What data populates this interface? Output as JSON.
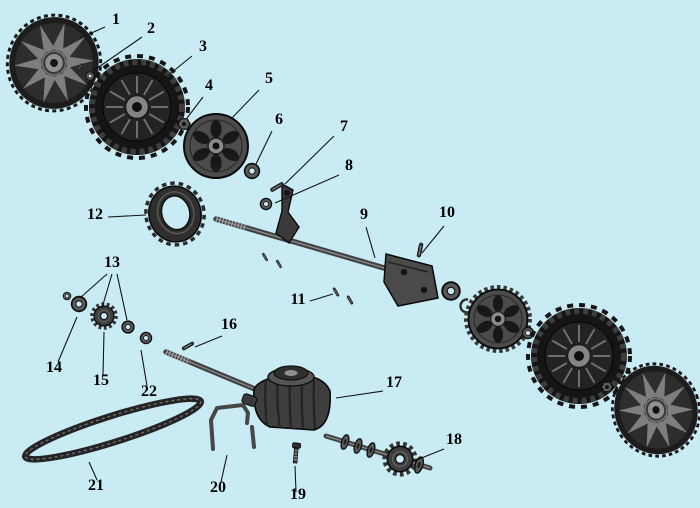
{
  "diagram": {
    "background_color": "#c9ebf4",
    "line_color": "#141414",
    "palette": {
      "part_dark": "#1c1c1c",
      "part_mid": "#3e3e3e",
      "part_light": "#8a8a8a"
    },
    "callouts": [
      {
        "label": "1"
      },
      {
        "label": "2"
      },
      {
        "label": "3"
      },
      {
        "label": "4"
      },
      {
        "label": "5"
      },
      {
        "label": "6"
      },
      {
        "label": "7"
      },
      {
        "label": "8"
      },
      {
        "label": "9"
      },
      {
        "label": "10"
      },
      {
        "label": "11"
      },
      {
        "label": "12"
      },
      {
        "label": "13"
      },
      {
        "label": "14"
      },
      {
        "label": "15"
      },
      {
        "label": "16"
      },
      {
        "label": "17"
      },
      {
        "label": "18"
      },
      {
        "label": "19"
      },
      {
        "label": "20"
      },
      {
        "label": "21"
      },
      {
        "label": "22"
      }
    ]
  }
}
